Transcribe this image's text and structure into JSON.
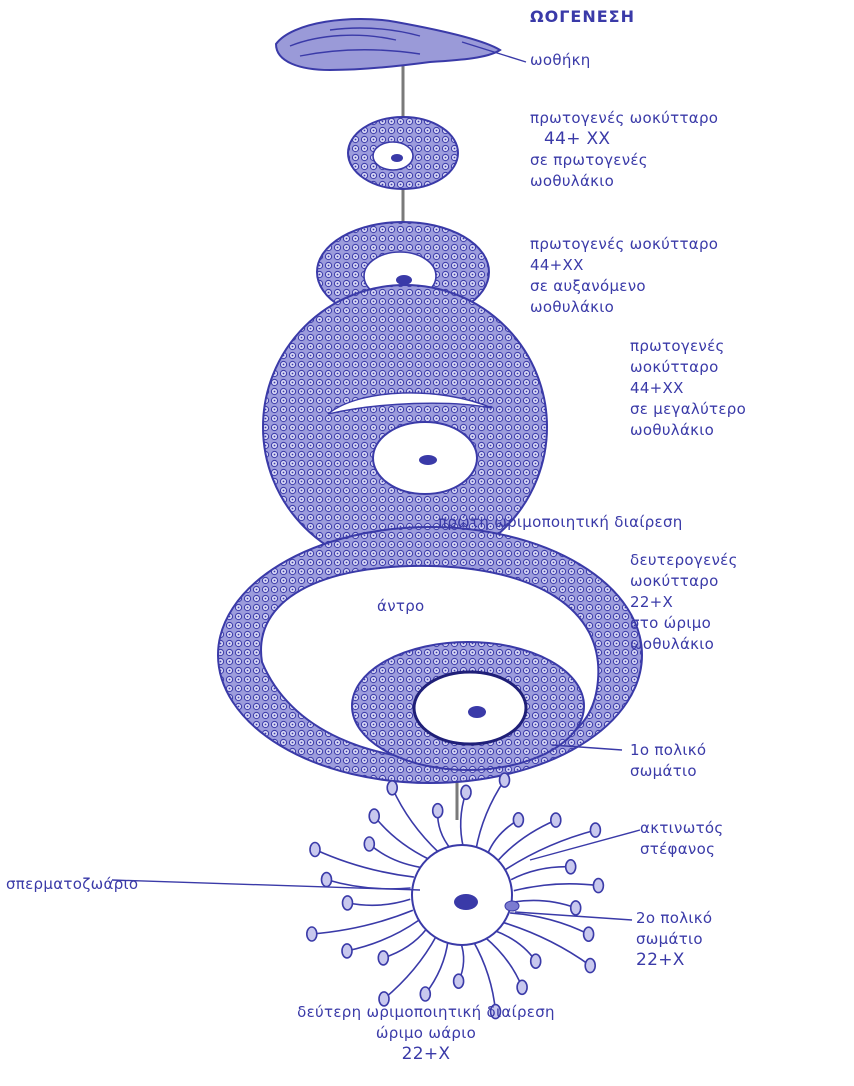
{
  "title": "ΩΟΓΕΝΕΣΗ",
  "colors": {
    "ink": "#3a3aa8",
    "fill": "#7b7bd0",
    "light": "#c8c8ee",
    "background": "#ffffff"
  },
  "stages": [
    {
      "id": "ovary",
      "lines": [
        "ωοθήκη"
      ]
    },
    {
      "id": "primordial",
      "lines": [
        "πρωτογενές ωοκύτταρο",
        "44+ XX",
        "σε πρωτογενές",
        "ωοθυλάκιο"
      ]
    },
    {
      "id": "growing",
      "lines": [
        "πρωτογενές ωοκύτταρο",
        "44+XX",
        "σε αυξανόμενο",
        "ωοθυλάκιο"
      ]
    },
    {
      "id": "larger",
      "lines": [
        "πρωτογενές",
        "ωοκύτταρο",
        "44+XX",
        "σε μεγαλύτερο",
        "ωοθυλάκιο"
      ]
    },
    {
      "id": "first-division",
      "lines": [
        "πρώτη ωριμοποιητική διαίρεση"
      ]
    },
    {
      "id": "mature-follicle",
      "lines": [
        "δευτερογενές",
        "ωοκύτταρο",
        "22+X",
        "στο ώριμο",
        "ωοθυλάκιο"
      ]
    },
    {
      "id": "antrum",
      "lines": [
        "άντρο"
      ]
    },
    {
      "id": "polar-body-1",
      "lines": [
        "1ο πολικό",
        "σωμάτιο"
      ]
    },
    {
      "id": "corona",
      "lines": [
        "ακτινωτός",
        "στέφανος"
      ]
    },
    {
      "id": "sperm",
      "lines": [
        "σπερματοζωάριο"
      ]
    },
    {
      "id": "polar-body-2",
      "lines": [
        "2ο πολικό",
        "σωμάτιο",
        "22+X"
      ]
    },
    {
      "id": "second-division",
      "lines": [
        "δεύτερη ωριμοποιητική διαίρεση",
        "ώριμο ωάριο",
        "22+X"
      ]
    }
  ]
}
